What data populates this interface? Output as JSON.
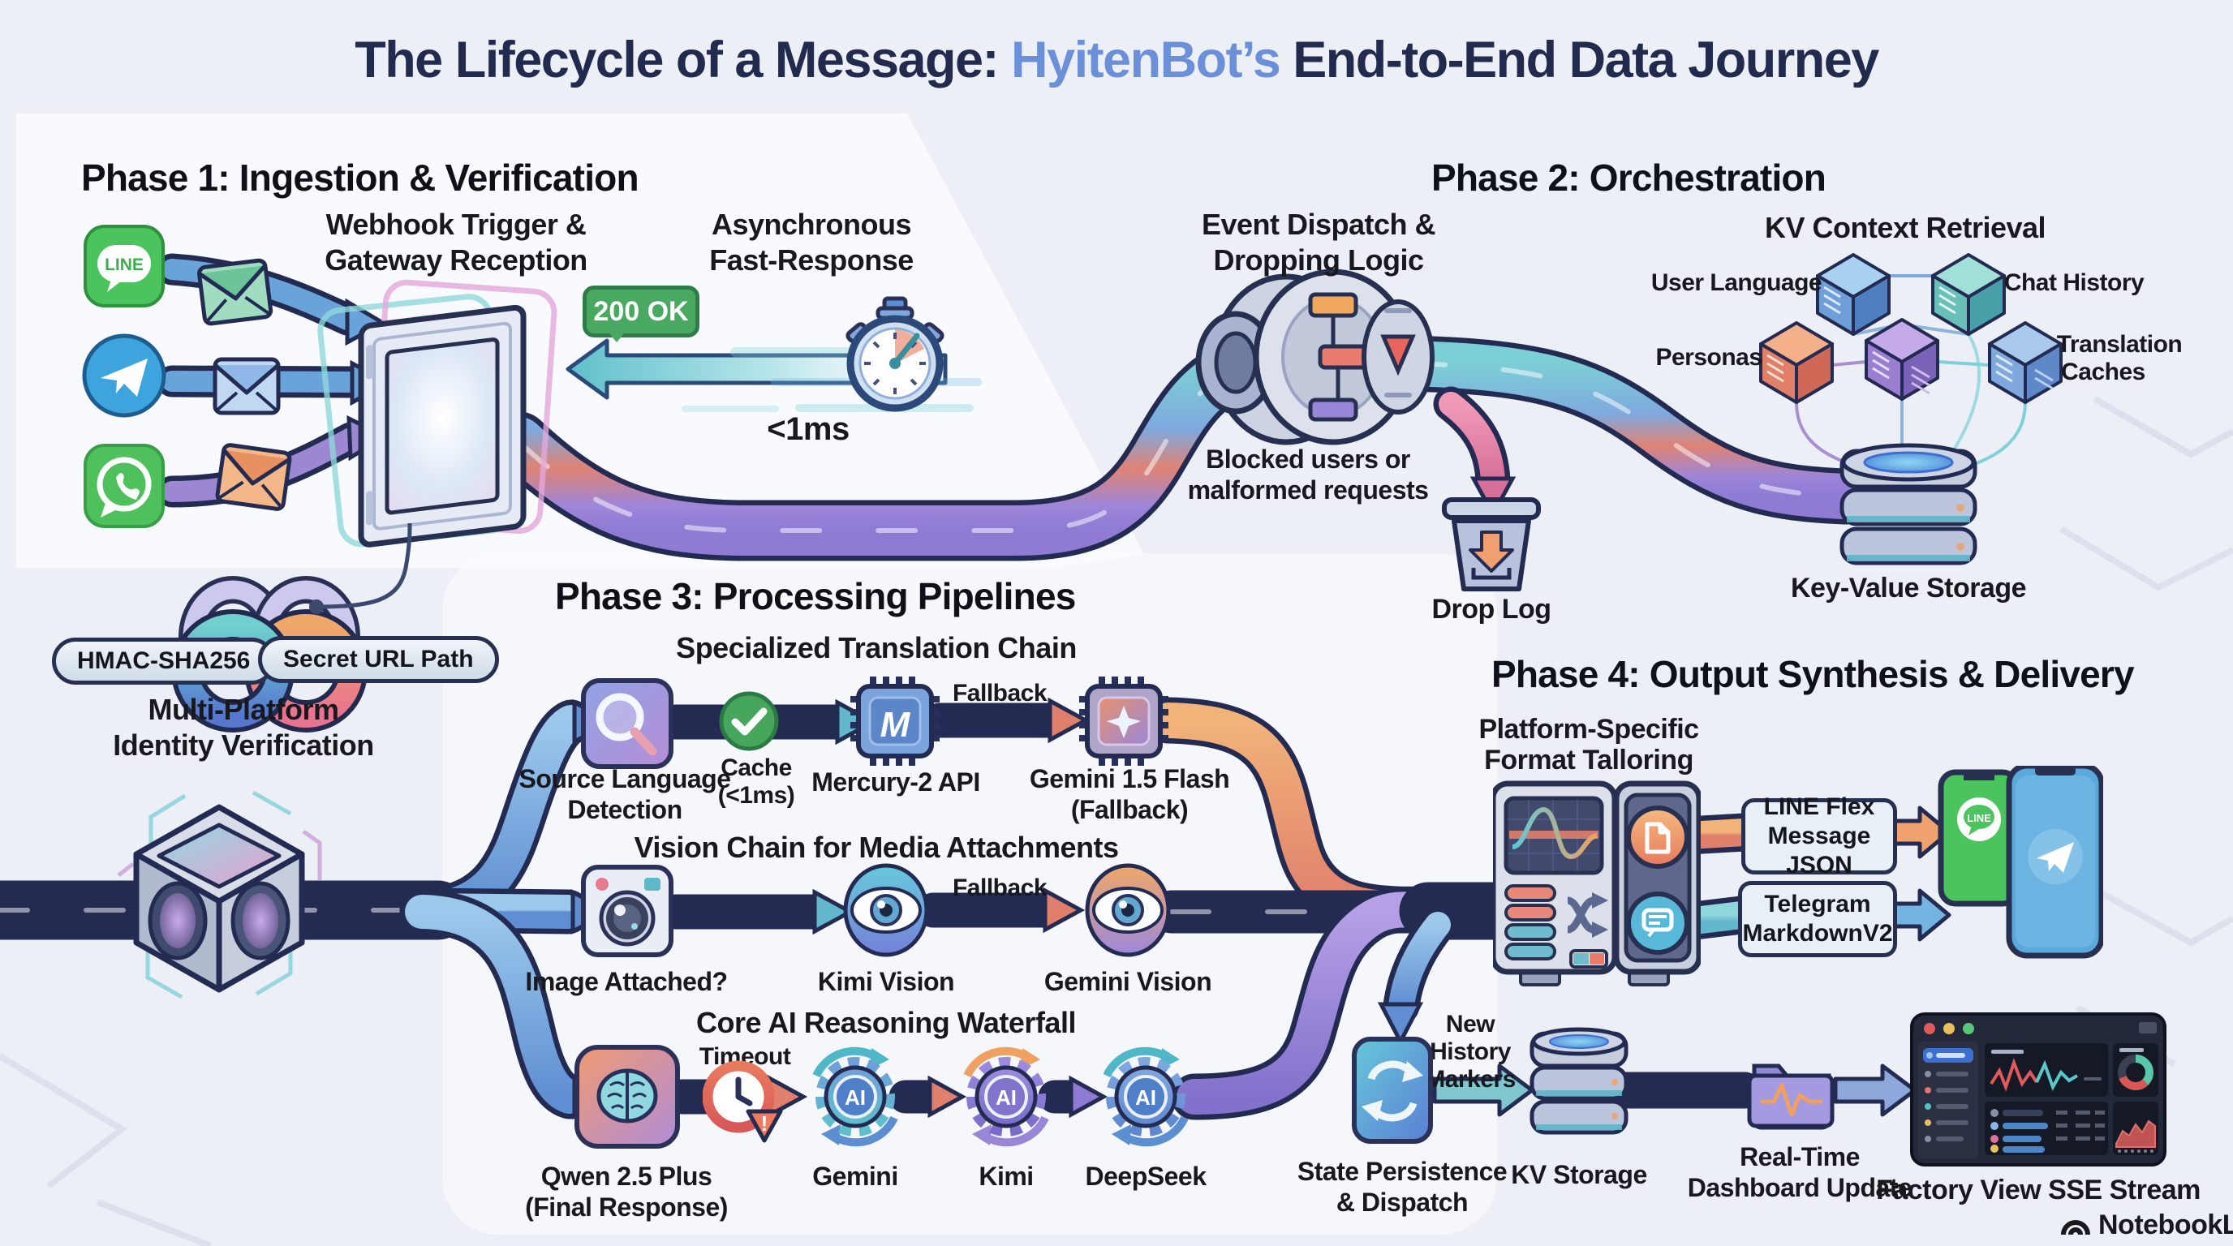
{
  "title": {
    "prefix": "The Lifecycle of a Message: ",
    "brand": "HyitenBot’s",
    "suffix": " End-to-End Data Journey"
  },
  "colors": {
    "accent_blue": "#6b8fd8",
    "ok_green": "#4aa960",
    "line_green": "#4cc45e",
    "telegram_blue": "#3ea4de",
    "whatsapp_green": "#4fc15c",
    "pipe_teal": "#7ccfd6",
    "pipe_red": "#e08374",
    "pipe_purple": "#8f7bd4",
    "pipe_orange": "#f0a070",
    "dark_outline": "#232b52"
  },
  "phase1": {
    "heading": "Phase 1: Ingestion & Verification",
    "line_label": "LINE",
    "webhook": [
      "Webhook Trigger &",
      "Gateway Reception"
    ],
    "ok_badge": "200 OK",
    "async": [
      "Asynchronous",
      "Fast-Response"
    ],
    "latency": "<1ms",
    "hmac_pill": "HMAC-SHA256",
    "secret_pill": "Secret URL Path",
    "identity": [
      "Multi-Platform",
      "Identity Verification"
    ]
  },
  "phase2": {
    "heading": "Phase 2: Orchestration",
    "dispatch": [
      "Event Dispatch &",
      "Dropping Logic"
    ],
    "blocked": [
      "Blocked users or",
      "malformed requests"
    ],
    "drop_log": "Drop Log",
    "kv_title": "KV Context Retrieval",
    "cube_user": "User Language",
    "cube_chat": "Chat History",
    "cube_personas": "Personas",
    "cube_translation": [
      "Translation",
      "Caches"
    ],
    "kv_storage": "Key-Value Storage"
  },
  "phase3": {
    "heading": "Phase 3: Processing Pipelines",
    "translation_title": "Specialized Translation Chain",
    "source": [
      "Source Language",
      "Detection"
    ],
    "cache": [
      "Cache",
      "(<1ms)"
    ],
    "mercury": "Mercury-2 API",
    "mercury_glyph": "M",
    "fallback1": "Fallback",
    "gemini_flash": [
      "Gemini 1.5 Flash",
      "(Fallback)"
    ],
    "vision_title": "Vision Chain for Media Attachments",
    "image_q": "Image Attached?",
    "kimi_vision": "Kimi Vision",
    "fallback2": "Fallback",
    "gemini_vision": "Gemini Vision",
    "waterfall_title": "Core AI Reasoning Waterfall",
    "qwen": [
      "Qwen 2.5 Plus",
      "(Final Response)"
    ],
    "timeout": "Timeout",
    "ai_glyph": "AI",
    "model1": "Gemini",
    "model2": "Kimi",
    "model3": "DeepSeek"
  },
  "phase4": {
    "heading": "Phase 4: Output Synthesis & Delivery",
    "tailoring": [
      "Platform-Specific",
      "Format Talloring"
    ],
    "line_box": [
      "LINE Flex",
      "Message JSON"
    ],
    "telegram_box": [
      "Telegram",
      "MarkdownV2"
    ],
    "line_phone": "LINE",
    "state": [
      "State Persistence",
      "& Dispatch"
    ],
    "markers": [
      "New",
      "History",
      "Markers"
    ],
    "kv_storage": "KV Storage",
    "dashboard": [
      "Real-Time",
      "Dashboard Update"
    ],
    "factory": "Factory View SSE Stream"
  },
  "watermark": {
    "label": "NotebookLM"
  }
}
